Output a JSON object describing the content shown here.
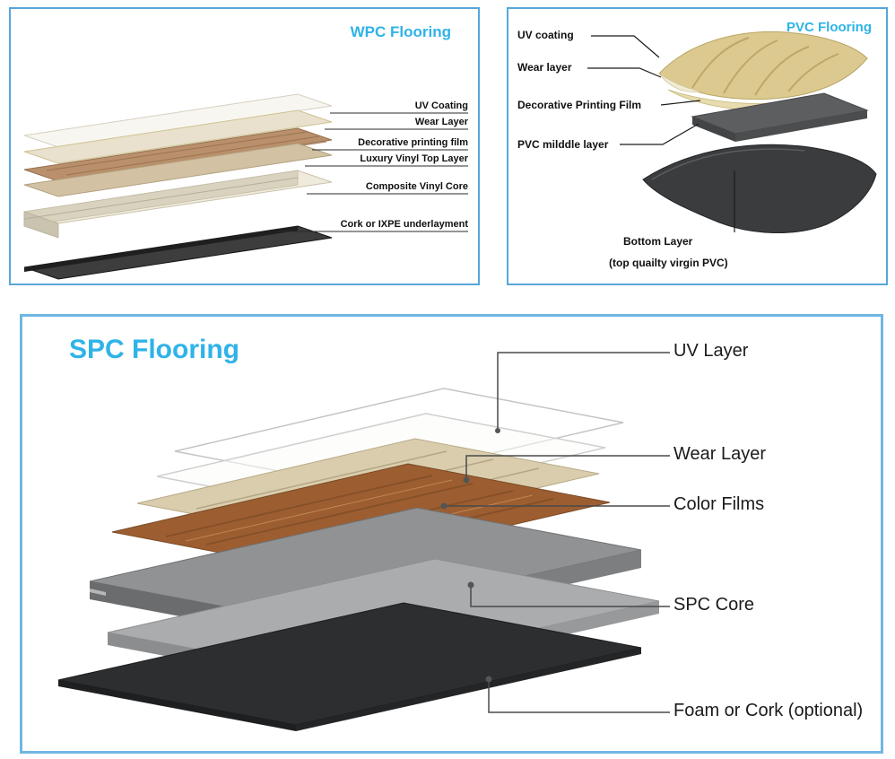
{
  "wpc": {
    "title": "WPC Flooring",
    "labels": [
      "UV Coating",
      "Wear Layer",
      "Decorative printing film",
      "Luxury Vinyl Top Layer",
      "Composite Vinyl Core",
      "Cork or IXPE underlayment"
    ]
  },
  "pvc": {
    "title": "PVC Flooring",
    "labels": [
      "UV coating",
      "Wear layer",
      "Decorative Printing Film",
      "PVC milddle layer",
      "Bottom Layer",
      "(top quailty virgin PVC)"
    ]
  },
  "spc": {
    "title": "SPC Flooring",
    "labels": [
      "UV Layer",
      "Wear Layer",
      "Color Films",
      "SPC Core",
      "Foam or Cork (optional)"
    ]
  },
  "colors": {
    "title_accent": "#2fb3e8",
    "panel_border": "#56a7da",
    "spc_border": "#70b6e3"
  }
}
